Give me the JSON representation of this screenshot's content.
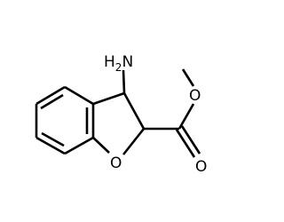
{
  "molecule": {
    "atoms": {
      "amine": {
        "element": "N",
        "hydrogens": "2"
      },
      "ring_oxygen": {
        "element": "O"
      },
      "carbonyl_oxygen": {
        "element": "O"
      },
      "ester_oxygen": {
        "element": "O"
      }
    }
  }
}
